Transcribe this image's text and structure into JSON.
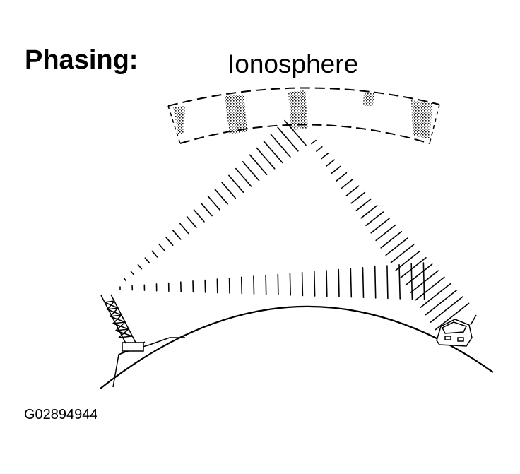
{
  "diagram": {
    "heading": "Phasing:",
    "ionosphere_label": "Ionosphere",
    "figure_id": "G02894944"
  },
  "icons": {
    "transmitter": "radio-tower-icon",
    "receiver": "car-icon"
  },
  "colors": {
    "ink": "#000000",
    "ionosphere_shading": "#555555",
    "background": "#ffffff"
  }
}
